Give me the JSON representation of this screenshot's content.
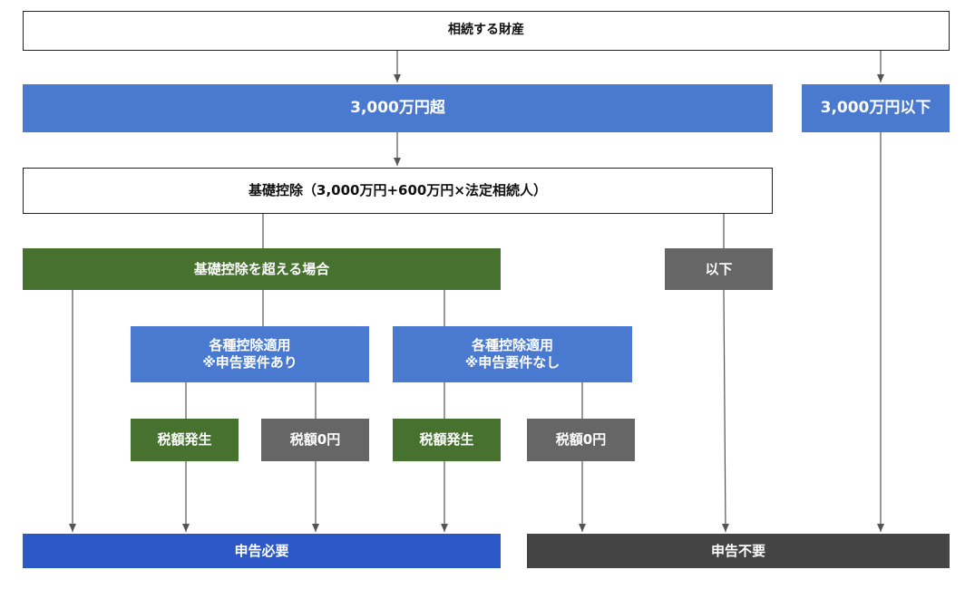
{
  "colors": {
    "blue": "#4a79d0",
    "green": "#46712f",
    "gray": "#666666",
    "required": "#2b58c6",
    "not_required": "#444444",
    "line": "#555555"
  },
  "nodes": {
    "estate": "相続する財産",
    "over_30m": "3,000万円超",
    "under_30m": "3,000万円以下",
    "basic_deduction": "基礎控除（3,000万円+600万円×法定相続人）",
    "exceeds_deduction": "基礎控除を超える場合",
    "below": "以下",
    "deductions_with_req": {
      "line1": "各種控除適用",
      "line2": "※申告要件あり"
    },
    "deductions_no_req": {
      "line1": "各種控除適用",
      "line2": "※申告要件なし"
    },
    "tax_due_1": "税額発生",
    "tax_zero_1": "税額0円",
    "tax_due_2": "税額発生",
    "tax_zero_2": "税額0円",
    "filing_required": "申告必要",
    "filing_not_required": "申告不要"
  }
}
